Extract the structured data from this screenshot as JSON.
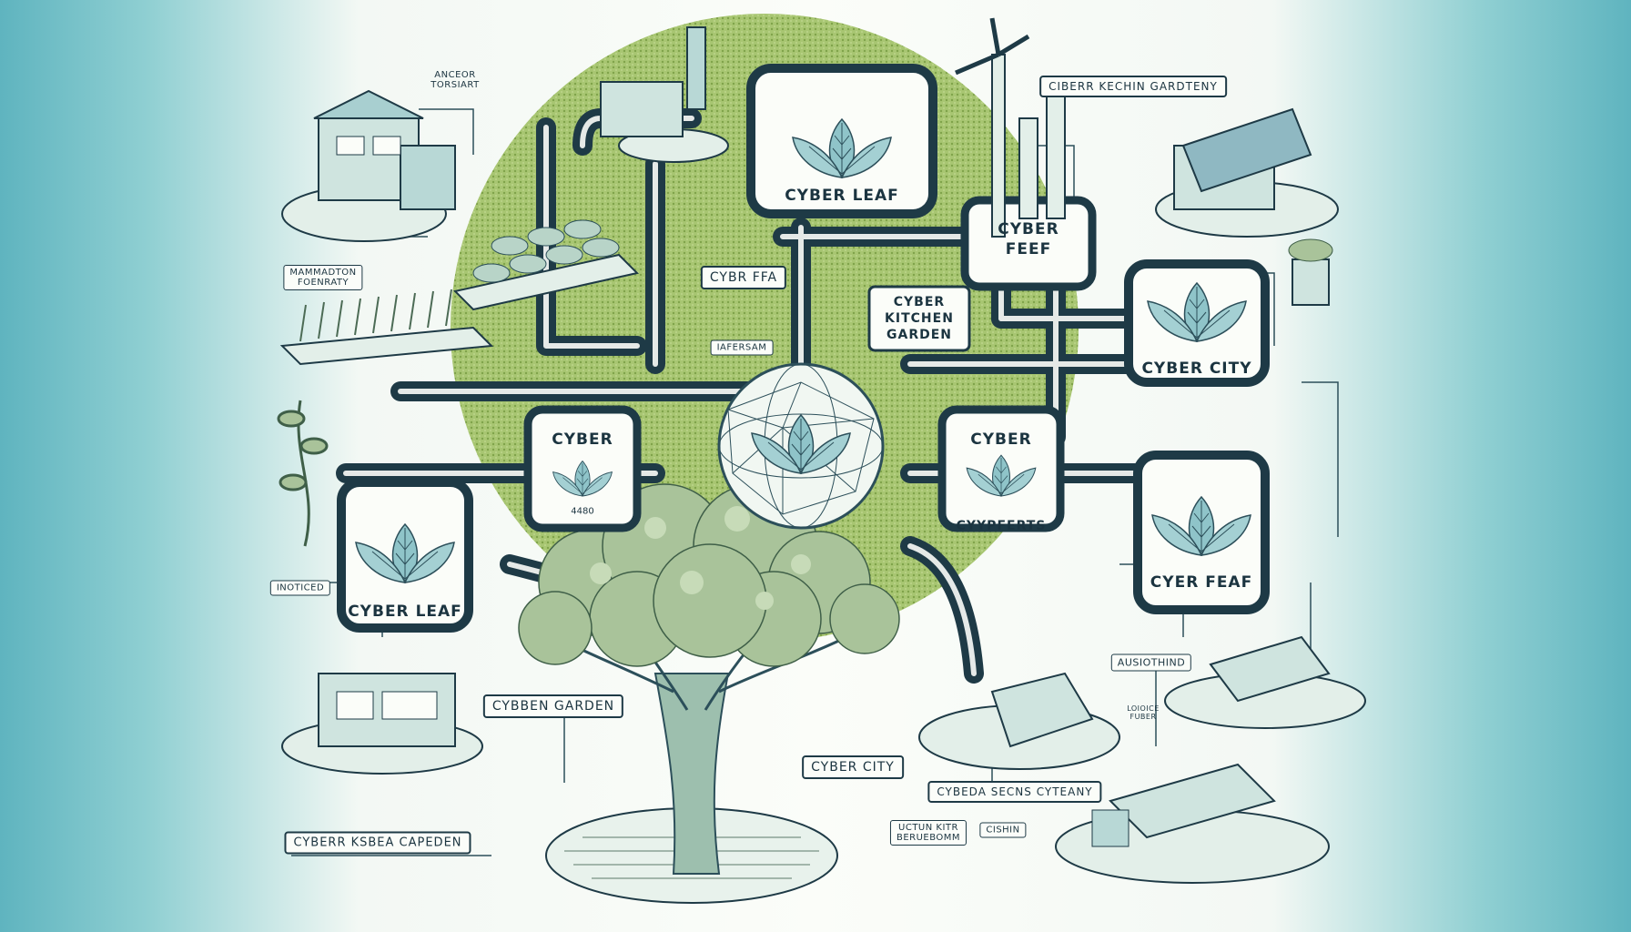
{
  "cards": {
    "top_leaf": "CYBER LEAF",
    "feef": "CYBER\nFEEF",
    "kitchen_garden": "CYBER\nKITCHEN\nGARDEN",
    "city_right": "CYBER CITY",
    "cyber_left": "CYBER",
    "cyber_left_code": "4480",
    "cyber_mid": "CYBER",
    "cyber_mid_sub": "CYYPFERTS",
    "leaf_left": "CYBER LEAF",
    "feaf_right": "CYER FEAF"
  },
  "tags": {
    "cybr_ffa": "CYBR FFA",
    "iafersam": "IAFERSAM",
    "kitchen_top": "CIBERR KECHIN GARDTENY",
    "ancor": "ANCEOR\nTORSIART",
    "mammadton": "MAMMADTON\nFOENRATY",
    "intoiced": "INOTICED",
    "cyben_garden": "CYBBEN GARDEN",
    "cyber_city_bottom": "CYBER CITY",
    "cybeda": "CYBEDA SECNS CYTEANY",
    "cyber_cabbea": "CYBERR KSBEA CAPEDEN",
    "uctun": "UCTUN KITR\nBERUEBOMM",
    "cishin": "CISHIN",
    "ausiothind": "AUSIOTHIND",
    "lolice": "LOIOICE\nFUBER"
  },
  "colors": {
    "ink": "#1e3a46",
    "teal": "#5fb4bf",
    "leaf": "#8fc4c9",
    "grass": "#9cbf63",
    "paper": "#fbfdf9",
    "tree": "#8daa7c"
  }
}
